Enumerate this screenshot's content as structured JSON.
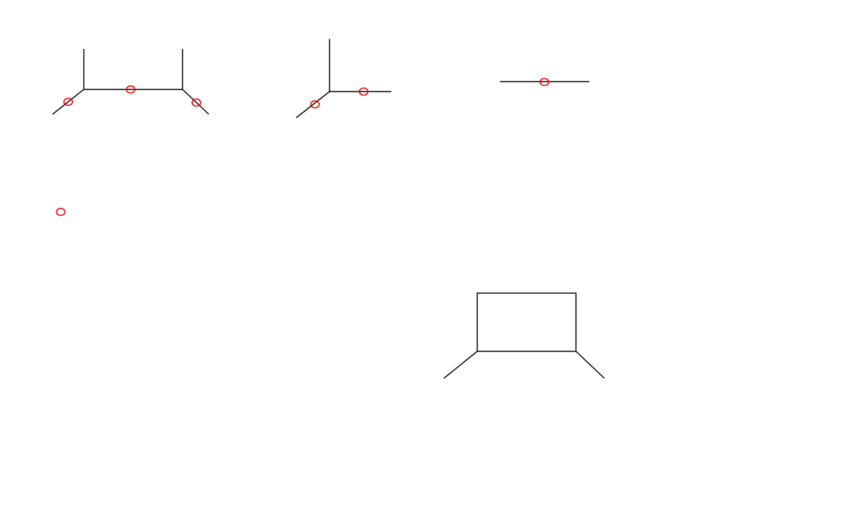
{
  "colors": {
    "line": "#000000",
    "marker": "#ee0000",
    "background": "#ffffff"
  },
  "figures": [
    {
      "id": "figure-1",
      "description_kind": "graph",
      "marker_count": 3
    },
    {
      "id": "figure-2",
      "description_kind": "graph",
      "marker_count": 2
    },
    {
      "id": "figure-3",
      "description_kind": "graph",
      "marker_count": 1
    },
    {
      "id": "figure-4",
      "description_kind": "marker-only",
      "marker_count": 1
    },
    {
      "id": "figure-5",
      "description_kind": "graph",
      "marker_count": 0
    }
  ]
}
